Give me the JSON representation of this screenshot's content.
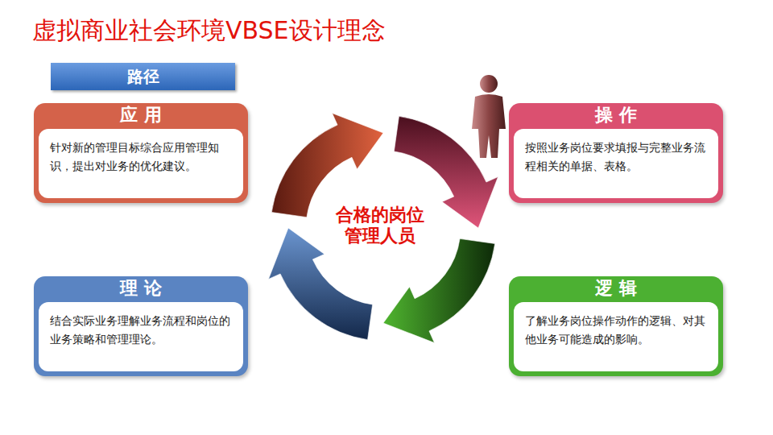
{
  "diagram": {
    "title": "虚拟商业社会环境VBSE设计理念",
    "nodes": [
      {
        "text": [
          "路径"
        ]
      },
      {
        "text": [
          "应 用",
          "针对新的管理目标综合应用管理知识，提出对业务的优化建议。"
        ]
      },
      {
        "text": [
          "操 作",
          "按照业务岗位要求填报与完整业务流程相关的单据、表格。"
        ]
      },
      {
        "text": [
          "理 论",
          "结合实际业务理解业务流程和岗位的业务策略和管理理论。"
        ]
      },
      {
        "text": [
          "逻 辑",
          "了解业务岗位操作动作的逻辑、对其他业务可能造成的影响。"
        ]
      }
    ],
    "labels": [
      "合格的岗位 管理人员"
    ]
  }
}
